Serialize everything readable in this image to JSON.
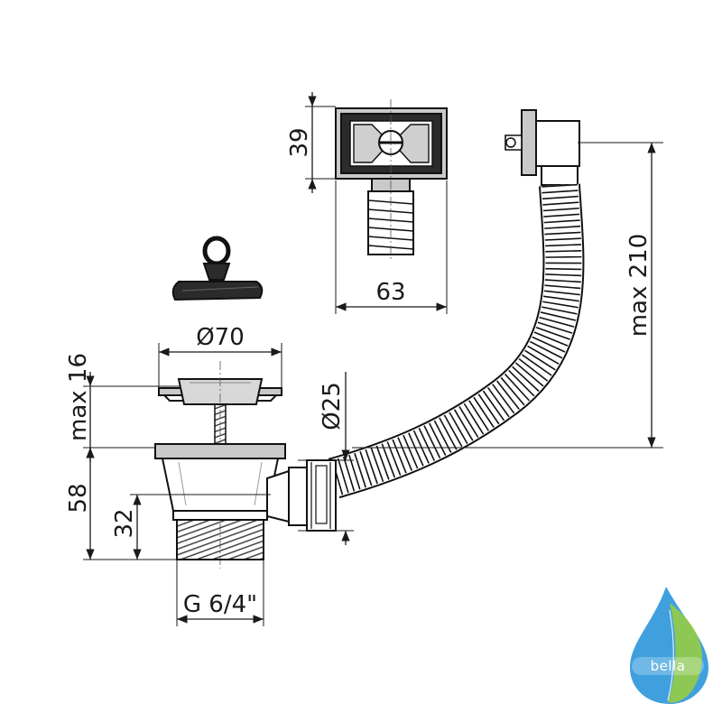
{
  "dimensions": {
    "overflow_height": "39",
    "overflow_width": "63",
    "strainer_diameter": "Ø70",
    "strainer_height": "max 16",
    "pipe_diameter": "Ø25",
    "hose_length": "max 210",
    "body_height": "58",
    "thread_height": "32",
    "thread_size": "G 6/4\""
  },
  "logo": {
    "text": "bella",
    "colors": {
      "blue": "#1e8fd8",
      "green": "#9bcf3c"
    }
  }
}
